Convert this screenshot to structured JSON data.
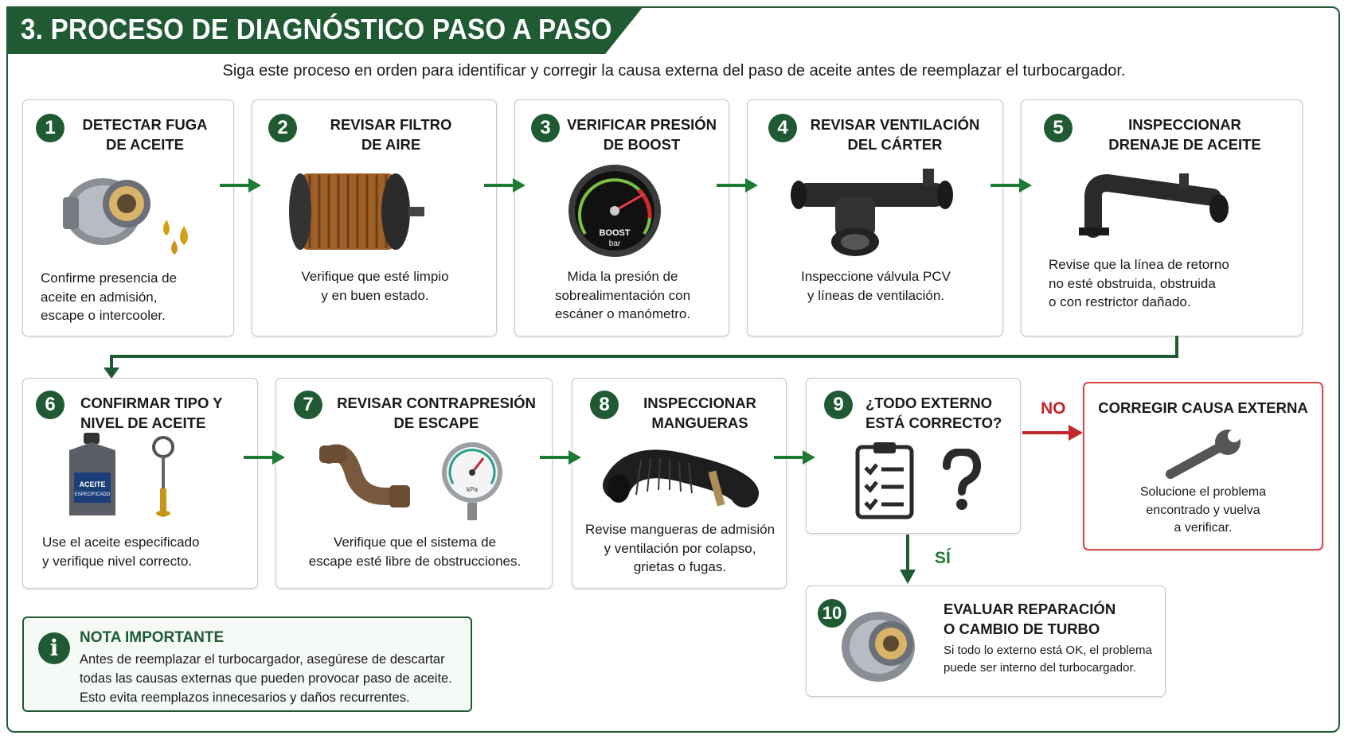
{
  "header": {
    "title": "3. PROCESO DE DIAGNÓSTICO PASO A PASO",
    "subtitle": "Siga este proceso en orden para identificar y corregir la causa externa del paso de aceite antes de reemplazar el turbocargador."
  },
  "steps": [
    {
      "number": "1",
      "title": "DETECTAR FUGA\nDE ACEITE",
      "description": "Confirme presencia de\naceite en admisión,\nescape o intercooler."
    },
    {
      "number": "2",
      "title": "REVISAR FILTRO\nDE AIRE",
      "description": "Verifique que esté limpio\ny en buen estado."
    },
    {
      "number": "3",
      "title": "VERIFICAR PRESIÓN\nDE BOOST",
      "description": "Mida la presión de\nsobrealimentación con\nescáner o manómetro."
    },
    {
      "number": "4",
      "title": "REVISAR VENTILACIÓN\nDEL CÁRTER",
      "description": "Inspeccione válvula PCV\ny líneas de ventilación."
    },
    {
      "number": "5",
      "title": "INSPECCIONAR\nDRENAJE DE ACEITE",
      "description": "Revise que la línea de retorno\nno esté obstruida, obstruida\no con restrictor dañado."
    },
    {
      "number": "6",
      "title": "CONFIRMAR TIPO Y\nNIVEL DE ACEITE",
      "description": "Use el aceite especificado\ny verifique nivel correcto."
    },
    {
      "number": "7",
      "title": "REVISAR CONTRAPRESIÓN\nDE ESCAPE",
      "description": "Verifique que el sistema de\nescape esté libre de obstrucciones."
    },
    {
      "number": "8",
      "title": "INSPECCIONAR\nMANGUERAS",
      "description": "Revise mangueras de admisión\ny ventilación por colapso,\ngrietas o fugas."
    },
    {
      "number": "9",
      "title": "¿TODO EXTERNO\nESTÁ CORRECTO?",
      "description": ""
    },
    {
      "number": "10",
      "title": "EVALUAR REPARACIÓN\nO CAMBIO DE TURBO",
      "description": "Si todo lo externo está OK, el problema\npuede ser interno del turbocargador."
    }
  ],
  "correct_box": {
    "title": "CORREGIR CAUSA EXTERNA",
    "description": "Solucione el problema\nencontrado y vuelva\na verificar."
  },
  "labels": {
    "no": "NO",
    "yes": "SÍ",
    "gauge_label": "BOOST",
    "gauge_unit": "bar",
    "bottle_label": "ACEITE",
    "bottle_sub": "ESPECIFICADO",
    "kpa": "kPa"
  },
  "note": {
    "title": "NOTA IMPORTANTE",
    "text": "Antes de reemplazar el turbocargador, asegúrese de descartar\ntodas las causas externas que pueden provocar paso de aceite.\nEsto evita reemplazos innecesarios y daños recurrentes."
  },
  "colors": {
    "primary": "#1f5a32",
    "arrow_green": "#1f7a35",
    "alert_red": "#c1272d"
  }
}
